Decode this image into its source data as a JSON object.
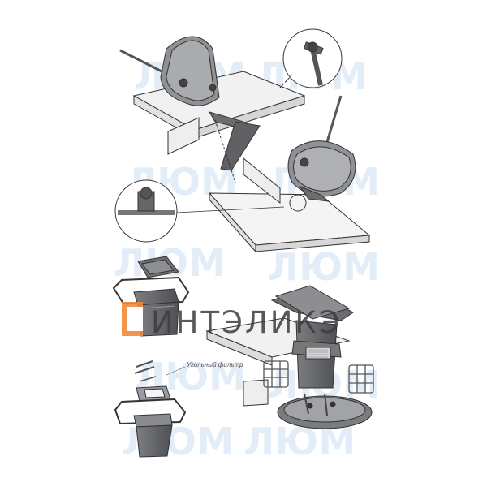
{
  "colors": {
    "background": "#ffffff",
    "metal_dark": "#5f6165",
    "metal_mid": "#8a8c90",
    "metal_light": "#c8c9cb",
    "board": "#f1f1f1",
    "outline": "#333333",
    "watermark_blue": "#dce9f6",
    "logo_orange": "#f08a3c"
  },
  "watermark": {
    "company_text": "ИНТЭЛИКЭ",
    "brand_text": "ЛЮМ"
  },
  "callout": {
    "carbon_filter_label": "Угольный фильтр"
  },
  "icons": [
    "logo-bracket-icon"
  ]
}
